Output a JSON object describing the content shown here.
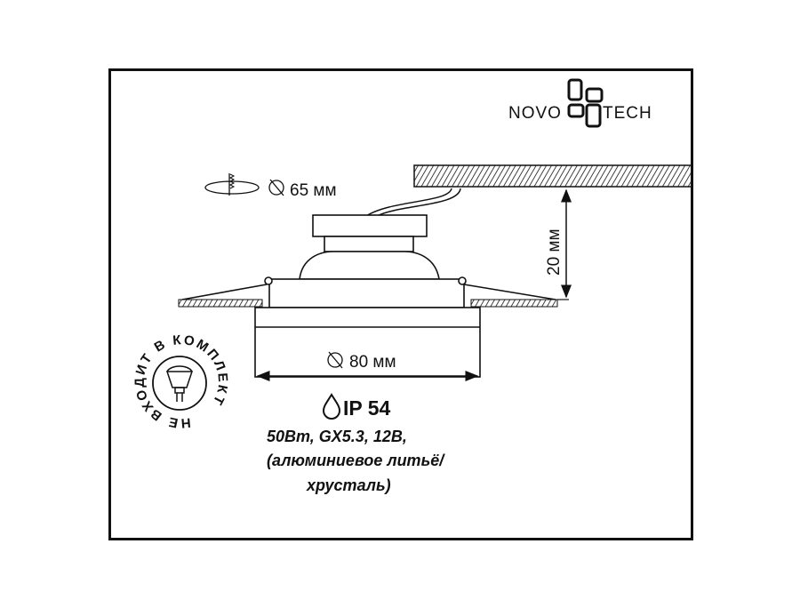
{
  "logo": {
    "left": "NOVO",
    "right": "TECH"
  },
  "cutout": {
    "icon": "diameter-icon",
    "value": "65 мм"
  },
  "diameter": {
    "icon": "diameter-icon",
    "value": "80 мм"
  },
  "height": {
    "value": "20 мм"
  },
  "protection": {
    "icon": "water-drop-icon",
    "value": "IP 54"
  },
  "specs": {
    "line1": "50Вт, GX5.3, 12В,",
    "line2": "(алюминиевое литьё/",
    "line3": "хрусталь)"
  },
  "badge": {
    "text": "НЕ ВХОДИТ В КОМПЛЕКТ",
    "icon": "lamp-bulb-icon"
  }
}
